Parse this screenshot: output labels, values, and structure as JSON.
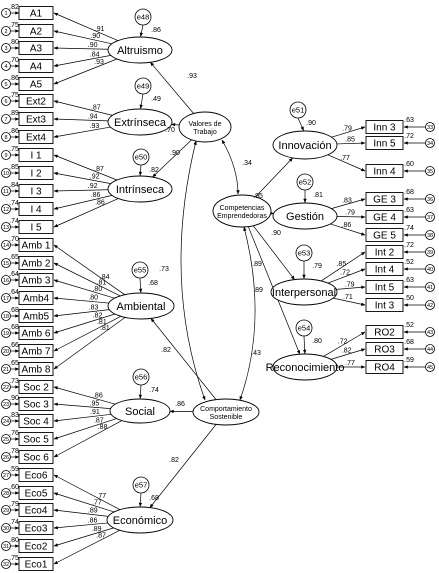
{
  "errors": [
    {
      "id": "e1",
      "var": "A1",
      "w": ".82"
    },
    {
      "id": "e2",
      "var": "A2",
      "w": ".75"
    },
    {
      "id": "e3",
      "var": "A3",
      "w": ".80"
    },
    {
      "id": "e4",
      "var": "A4",
      "w": ".70"
    },
    {
      "id": "e5",
      "var": "A5",
      "w": ".86"
    },
    {
      "id": "e6",
      "var": "Ext2",
      "w": ".75"
    },
    {
      "id": "e7",
      "var": "Ext3",
      "w": ".89"
    },
    {
      "id": "e8",
      "var": "Ext4",
      "w": ".86"
    },
    {
      "id": "e9",
      "var": "I1",
      "w": ".75"
    },
    {
      "id": "e10",
      "var": "I2",
      "w": ".85"
    },
    {
      "id": "e11",
      "var": "I3",
      "w": ".84"
    },
    {
      "id": "e12",
      "var": "I4",
      "w": ".74"
    },
    {
      "id": "e13",
      "var": "I5",
      "w": ".74"
    },
    {
      "id": "e14",
      "var": "Amb1",
      "w": ".70"
    },
    {
      "id": "e15",
      "var": "Amb2",
      "w": ".65"
    },
    {
      "id": "e16",
      "var": "Amb3",
      "w": ".64"
    },
    {
      "id": "e17",
      "var": "Amb4",
      "w": ".64"
    },
    {
      "id": "e18",
      "var": "Amb5",
      "w": ".68"
    },
    {
      "id": "e19",
      "var": "Amb6",
      "w": ".68"
    },
    {
      "id": "e20",
      "var": "Amb7",
      "w": ".66"
    },
    {
      "id": "e21",
      "var": "Amb8",
      "w": ".65"
    },
    {
      "id": "e22",
      "var": "Soc2",
      "w": ".73"
    },
    {
      "id": "e23",
      "var": "Soc3",
      "w": ".90"
    },
    {
      "id": "e24",
      "var": "Soc4",
      "w": ".83"
    },
    {
      "id": "e25",
      "var": "Soc5",
      "w": ".76"
    },
    {
      "id": "e26",
      "var": "Soc6",
      "w": ".78"
    },
    {
      "id": "e27",
      "var": "Eco6",
      "w": ".59"
    },
    {
      "id": "e28",
      "var": "Eco5",
      "w": ".60"
    },
    {
      "id": "e29",
      "var": "Eco4",
      "w": ".79"
    },
    {
      "id": "e30",
      "var": "Eco3",
      "w": ".74"
    },
    {
      "id": "e31",
      "var": "Eco2",
      "w": ".80"
    },
    {
      "id": "e32",
      "var": "Eco1",
      "w": ".75"
    },
    {
      "id": "e33",
      "var": "Inn3",
      "w": ".63"
    },
    {
      "id": "e34",
      "var": "Inn5",
      "w": ".72"
    },
    {
      "id": "e35",
      "var": "Inn4",
      "w": ".60"
    },
    {
      "id": "e36",
      "var": "GE3",
      "w": ".68"
    },
    {
      "id": "e37",
      "var": "GE4",
      "w": ".63"
    },
    {
      "id": "e38",
      "var": "GE5",
      "w": ".74"
    },
    {
      "id": "e39",
      "var": "Int2",
      "w": ".72"
    },
    {
      "id": "e40",
      "var": "Int4",
      "w": ".52"
    },
    {
      "id": "e41",
      "var": "Int5",
      "w": ".63"
    },
    {
      "id": "e42",
      "var": "Int3",
      "w": ".50"
    },
    {
      "id": "e43",
      "var": "RO2",
      "w": ".52"
    },
    {
      "id": "e44",
      "var": "RO3",
      "w": ".68"
    },
    {
      "id": "e45",
      "var": "RO4",
      "w": ".59"
    }
  ],
  "observed": {
    "A1": "A1",
    "A2": "A2",
    "A3": "A3",
    "A4": "A4",
    "A5": "A5",
    "Ext2": "Ext2",
    "Ext3": "Ext3",
    "Ext4": "Ext4",
    "I1": "I 1",
    "I2": "I 2",
    "I3": "I 3",
    "I4": "I 4",
    "I5": "I 5",
    "Amb1": "Amb 1",
    "Amb2": "Amb 2",
    "Amb3": "Amb 3",
    "Amb4": "Amb4",
    "Amb5": "Amb5",
    "Amb6": "Amb 6",
    "Amb7": "Amb 7",
    "Amb8": "Amb 8",
    "Soc2": "Soc 2",
    "Soc3": "Soc 3",
    "Soc4": "Soc 4",
    "Soc5": "Soc 5",
    "Soc6": "Soc 6",
    "Eco6": "Eco6",
    "Eco5": "Eco5",
    "Eco4": "Eco4",
    "Eco3": "Eco3",
    "Eco2": "Eco2",
    "Eco1": "Eco1",
    "Inn3": "Inn 3",
    "Inn5": "Inn 5",
    "Inn4": "Inn 4",
    "GE3": "GE 3",
    "GE4": "GE 4",
    "GE5": "GE 5",
    "Int2": "Int 2",
    "Int4": "Int 4",
    "Int5": "Int 5",
    "Int3": "Int 3",
    "RO2": "RO2",
    "RO3": "RO3",
    "RO4": "RO4"
  },
  "latents": {
    "Altruismo": {
      "label": "Altruismo",
      "residual": "e48",
      "r2": ".86"
    },
    "Extrinseca": {
      "label": "Extrínseca",
      "residual": "e49",
      "r2": ".49"
    },
    "Intrinseca": {
      "label": "Intrínseca",
      "residual": "e50",
      "r2": ".82"
    },
    "Ambiental": {
      "label": "Ambiental",
      "residual": "e55",
      "r2": ".68"
    },
    "Social": {
      "label": "Social",
      "residual": "e56",
      "r2": ".74"
    },
    "Economico": {
      "label": "Económico",
      "residual": "e57",
      "r2": ".68"
    },
    "Innovacion": {
      "label": "Innovación",
      "residual": "e51",
      "r2": ".90"
    },
    "Gestion": {
      "label": "Gestión",
      "residual": "e52",
      "r2": ".81"
    },
    "Interpersonal": {
      "label": "Interpersonal",
      "residual": "e53",
      "r2": ".79"
    },
    "Reconocimiento": {
      "label": "Reconocimiento",
      "residual": "e54",
      "r2": ".80"
    },
    "Valores": {
      "line1": "Valores de",
      "line2": "Trabajo"
    },
    "Competencias": {
      "line1": "Competencias",
      "line2": "Emprendedoras"
    },
    "Comportamiento": {
      "line1": "Comportamiento",
      "line2": "Sostenible"
    }
  },
  "loadings": {
    "A1": ".91",
    "A2": ".90",
    "A3": ".90",
    "A4": ".84",
    "A5": ".93",
    "Ext2": ".87",
    "Ext3": ".94",
    "Ext4": ".93",
    "I1": ".87",
    "I2": ".92",
    "I3": ".92",
    "I4": ".86",
    "I5": ".86",
    "Amb1": ".84",
    "Amb2": ".81",
    "Amb3": ".80",
    "Amb4": ".80",
    "Amb5": ".83",
    "Amb6": ".82",
    "Amb7": ".81",
    "Amb8": ".81",
    "Soc2": ".86",
    "Soc3": ".95",
    "Soc4": ".91",
    "Soc5": ".87",
    "Soc6": ".88",
    "Eco6": ".77",
    "Eco5": ".77",
    "Eco4": ".89",
    "Eco3": ".86",
    "Eco2": ".89",
    "Eco1": ".87",
    "Inn3": ".79",
    "Inn5": ".85",
    "Inn4": ".77",
    "GE3": ".83",
    "GE4": ".79",
    "GE5": ".86",
    "Int2": ".85",
    "Int4": ".72",
    "Int5": ".79",
    "Int3": ".71",
    "RO2": ".72",
    "RO3": ".82",
    "RO4": ".77"
  },
  "structural": {
    "Valores_Altruismo": ".93",
    "Valores_Extrinseca": ".70",
    "Valores_Intrinseca": ".90",
    "Comp_Innovacion": ".95",
    "Comp_Gestion": ".90",
    "Comp_Interpersonal": ".89",
    "Comp_Reconocimiento": ".89",
    "Sost_Ambiental": ".82",
    "Sost_Social": ".86",
    "Sost_Economico": ".82",
    "cov_Valores_Comp": ".34",
    "cov_Valores_Sost": ".73",
    "cov_Comp_Sost": ".43"
  }
}
